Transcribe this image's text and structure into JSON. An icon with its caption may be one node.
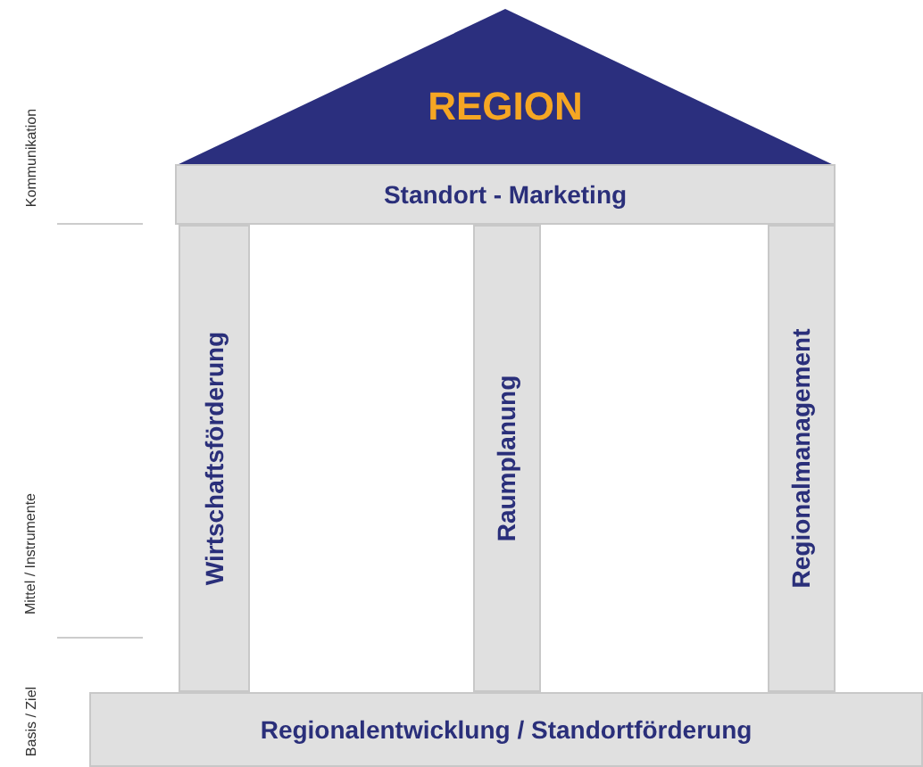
{
  "diagram": {
    "nodes": [
      {
        "text": [
          "REGION"
        ]
      },
      {
        "text": [
          "Standort - Marketing"
        ]
      },
      {
        "text": [
          "Wirtschaftsförderung"
        ]
      },
      {
        "text": [
          "Raumplanung"
        ]
      },
      {
        "text": [
          "Regionalmanagement"
        ]
      },
      {
        "text": [
          "Regionalentwicklung / Standortförderung"
        ]
      }
    ],
    "edges": [],
    "labels": [
      "Kommunikation",
      "Mittel / Instrumente",
      "Basis / Ziel"
    ]
  }
}
